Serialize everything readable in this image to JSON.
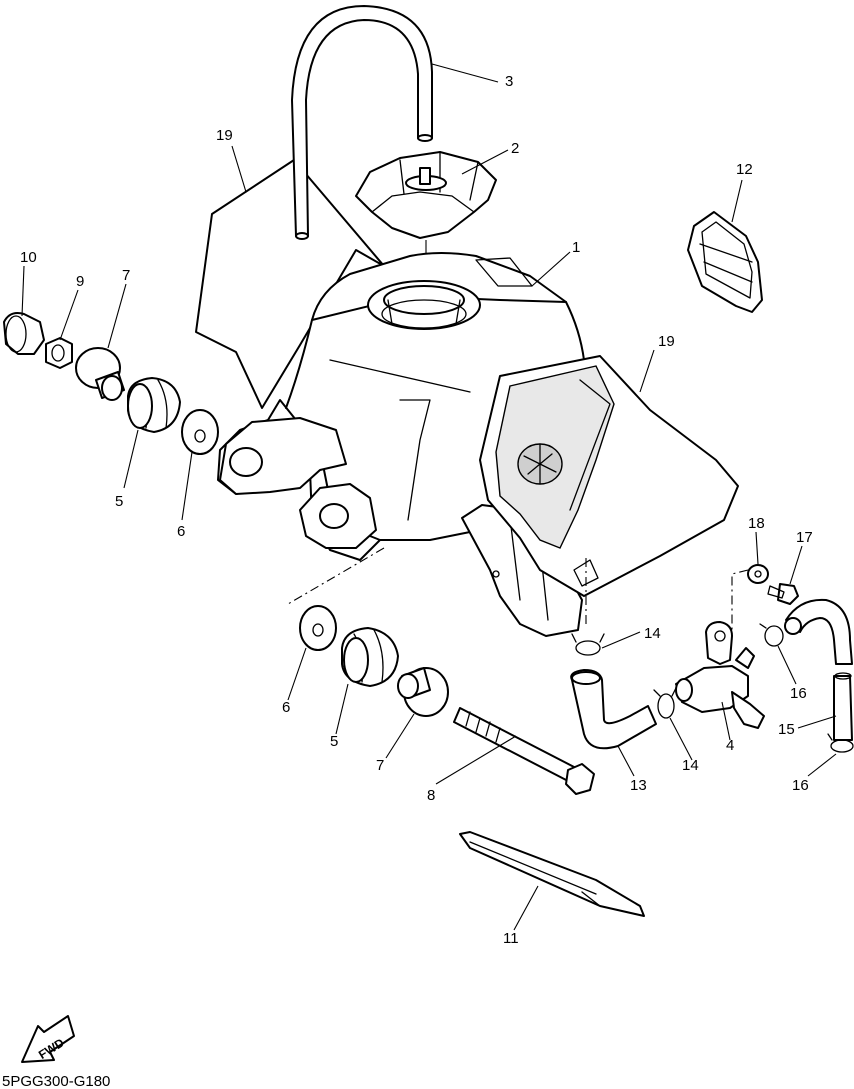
{
  "diagram_code": "5PGG300-G180",
  "fwd_label": "FWD",
  "callouts": [
    {
      "id": "fuel-tank",
      "label": "1"
    },
    {
      "id": "fuel-cap",
      "label": "2"
    },
    {
      "id": "breather-hose",
      "label": "3"
    },
    {
      "id": "fuel-cock",
      "label": "4"
    },
    {
      "id": "damper-left",
      "label": "5"
    },
    {
      "id": "washer-left",
      "label": "6"
    },
    {
      "id": "collar-left",
      "label": "7"
    },
    {
      "id": "bolt",
      "label": "8"
    },
    {
      "id": "nut",
      "label": "9"
    },
    {
      "id": "cap-nut",
      "label": "10"
    },
    {
      "id": "tank-band",
      "label": "11"
    },
    {
      "id": "seal-plate",
      "label": "12"
    },
    {
      "id": "fuel-hose-short",
      "label": "13"
    },
    {
      "id": "clip-upper",
      "label": "14"
    },
    {
      "id": "fuel-hose-long",
      "label": "15"
    },
    {
      "id": "clip-right-upper",
      "label": "16"
    },
    {
      "id": "screw",
      "label": "17"
    },
    {
      "id": "washer-small",
      "label": "18"
    },
    {
      "id": "graphic-left",
      "label": "19"
    },
    {
      "id": "graphic-right",
      "label": "19"
    },
    {
      "id": "damper-right",
      "label": "5"
    },
    {
      "id": "washer-right",
      "label": "6"
    },
    {
      "id": "collar-right",
      "label": "7"
    },
    {
      "id": "clip-lower",
      "label": "14"
    },
    {
      "id": "clip-right-lower",
      "label": "16"
    }
  ]
}
